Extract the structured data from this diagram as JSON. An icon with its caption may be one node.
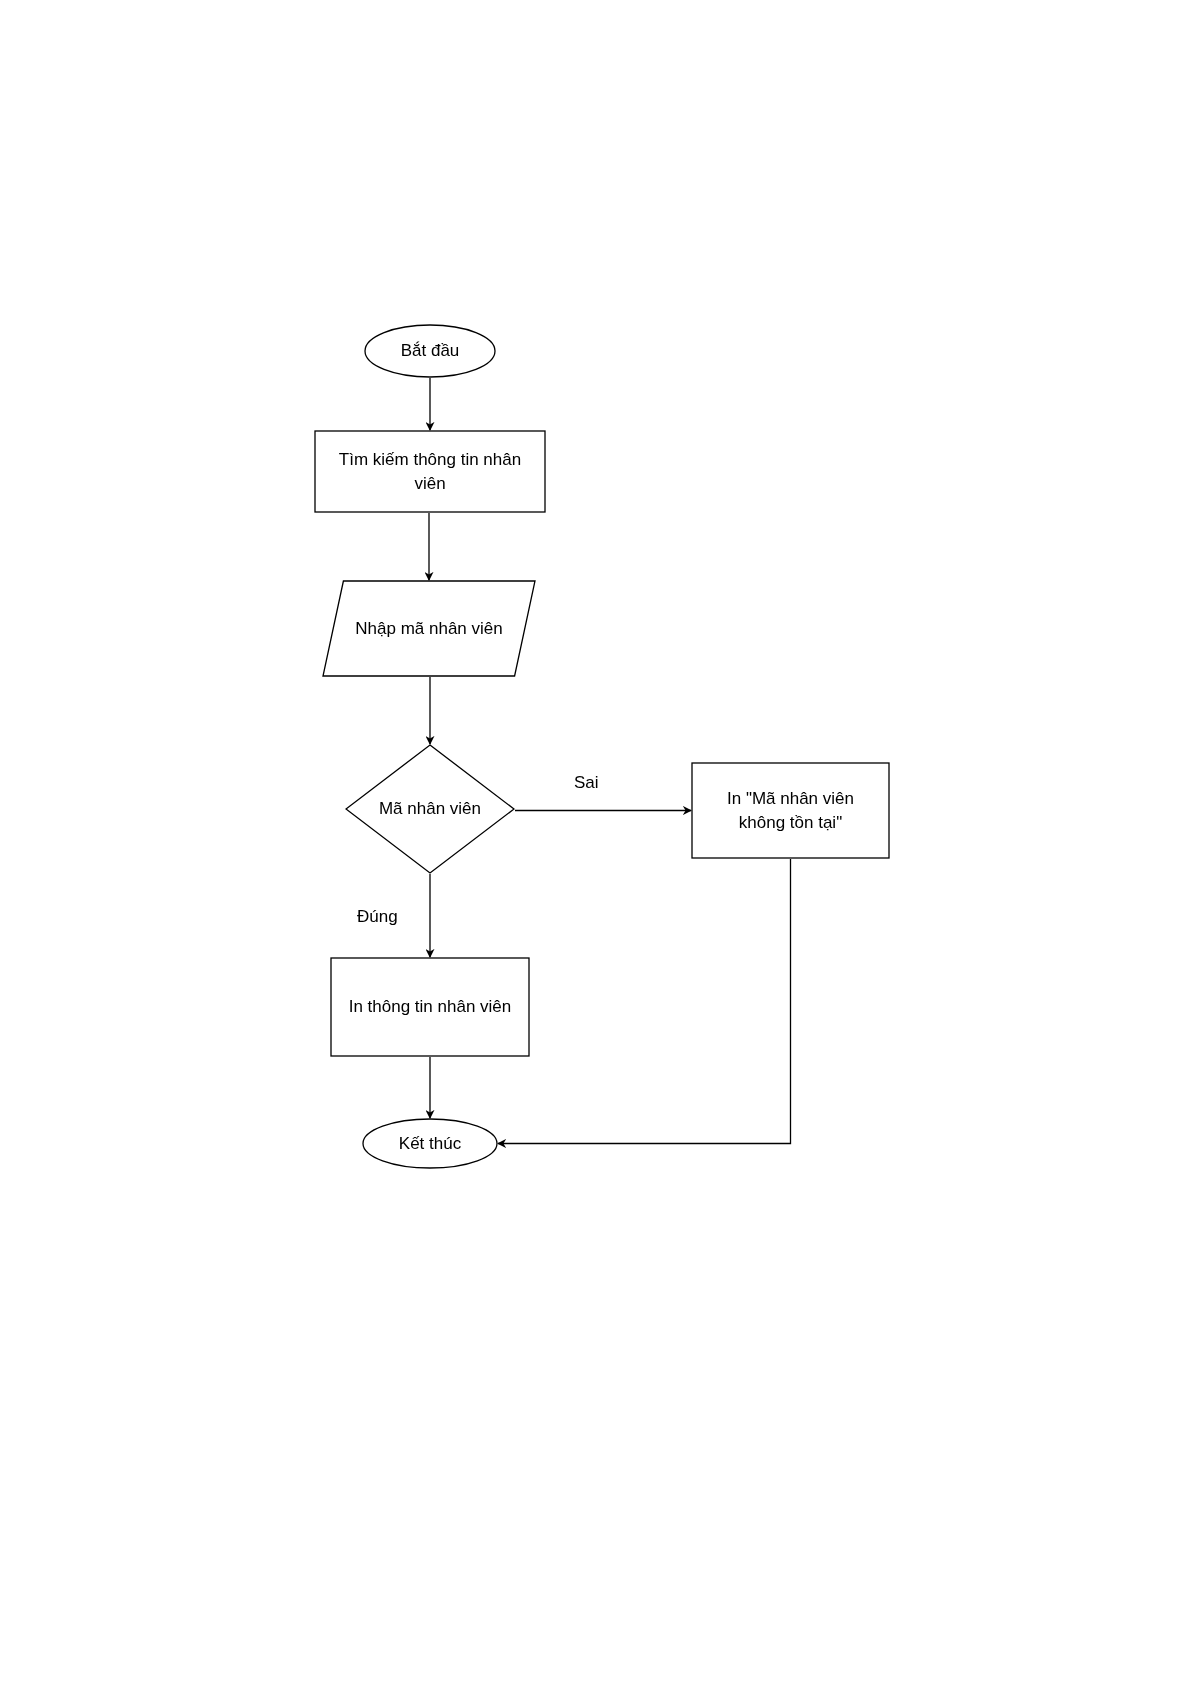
{
  "diagram": {
    "nodes": [
      {
        "text": [
          "Bắt đầu"
        ]
      },
      {
        "text": [
          "Tìm kiếm thông tin nhân viên"
        ]
      },
      {
        "text": [
          "Nhập mã nhân viên"
        ]
      },
      {
        "text": [
          "Mã nhân viên"
        ]
      },
      {
        "text": [
          "In \"Mã nhân viên không tồn tại\""
        ]
      },
      {
        "text": [
          "In thông tin nhân viên"
        ]
      },
      {
        "text": [
          "Kết thúc"
        ]
      }
    ],
    "edges": [
      {
        "from": 0,
        "to": 1,
        "arrow": "to"
      },
      {
        "from": 1,
        "to": 2,
        "arrow": "to"
      },
      {
        "from": 2,
        "to": 3,
        "arrow": "to"
      },
      {
        "from": 3,
        "to": 4,
        "arrow": "to",
        "label": "Sai"
      },
      {
        "from": 3,
        "to": 5,
        "arrow": "to",
        "label": "Đúng"
      },
      {
        "from": 5,
        "to": 6,
        "arrow": "to"
      },
      {
        "from": 4,
        "to": 6,
        "arrow": "to"
      }
    ]
  }
}
